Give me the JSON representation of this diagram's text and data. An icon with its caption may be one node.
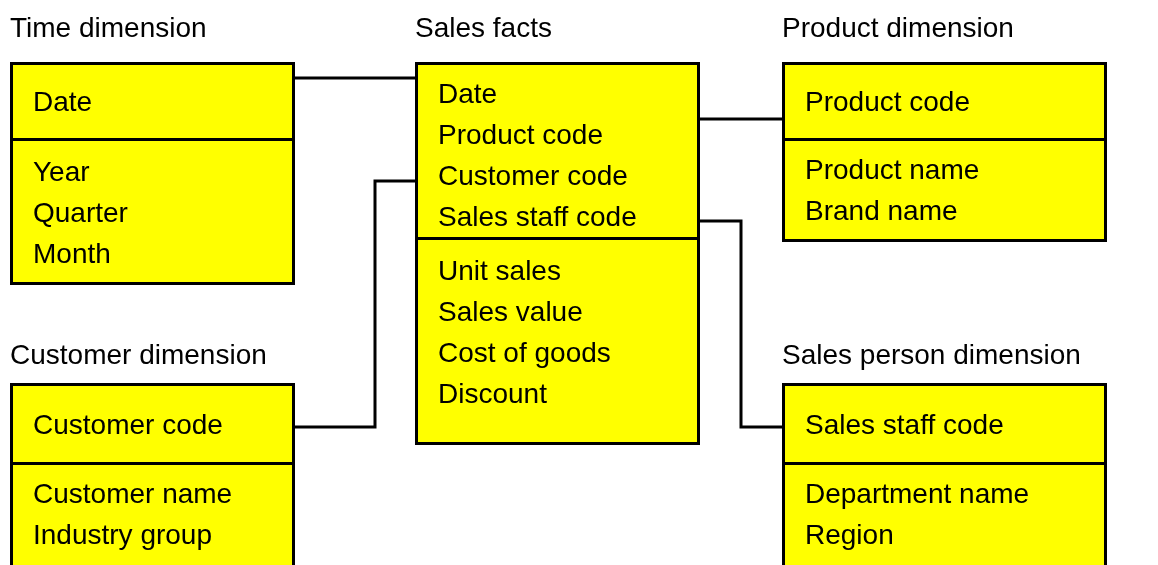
{
  "diagram": {
    "nodes": [
      {
        "text": [
          "Time dimension"
        ]
      },
      {
        "text": [
          "Date"
        ],
        "in": 0
      },
      {
        "text": [
          "Year",
          "Quarter",
          "Month"
        ],
        "in": 0
      },
      {
        "text": [
          "Sales facts"
        ]
      },
      {
        "text": [
          "Date",
          "Product code",
          "Customer code",
          "Sales staff code"
        ],
        "in": 3
      },
      {
        "text": [
          "Unit sales",
          "Sales value",
          "Cost of goods",
          "Discount"
        ],
        "in": 3
      },
      {
        "text": [
          "Product dimension"
        ]
      },
      {
        "text": [
          "Product code"
        ],
        "in": 6
      },
      {
        "text": [
          "Product name",
          "Brand name"
        ],
        "in": 6
      },
      {
        "text": [
          "Customer dimension"
        ]
      },
      {
        "text": [
          "Customer code"
        ],
        "in": 9
      },
      {
        "text": [
          "Customer name",
          "Industry group"
        ],
        "in": 9
      },
      {
        "text": [
          "Sales person dimension"
        ]
      },
      {
        "text": [
          "Sales staff code"
        ],
        "in": 12
      },
      {
        "text": [
          "Department name",
          "Region"
        ],
        "in": 12
      }
    ],
    "edges": [
      {
        "from": 1,
        "to": 4,
        "arrow": "none"
      },
      {
        "from": 4,
        "to": 7,
        "arrow": "none"
      },
      {
        "from": 10,
        "to": 4,
        "arrow": "none"
      },
      {
        "from": 4,
        "to": 13,
        "arrow": "none"
      }
    ]
  }
}
